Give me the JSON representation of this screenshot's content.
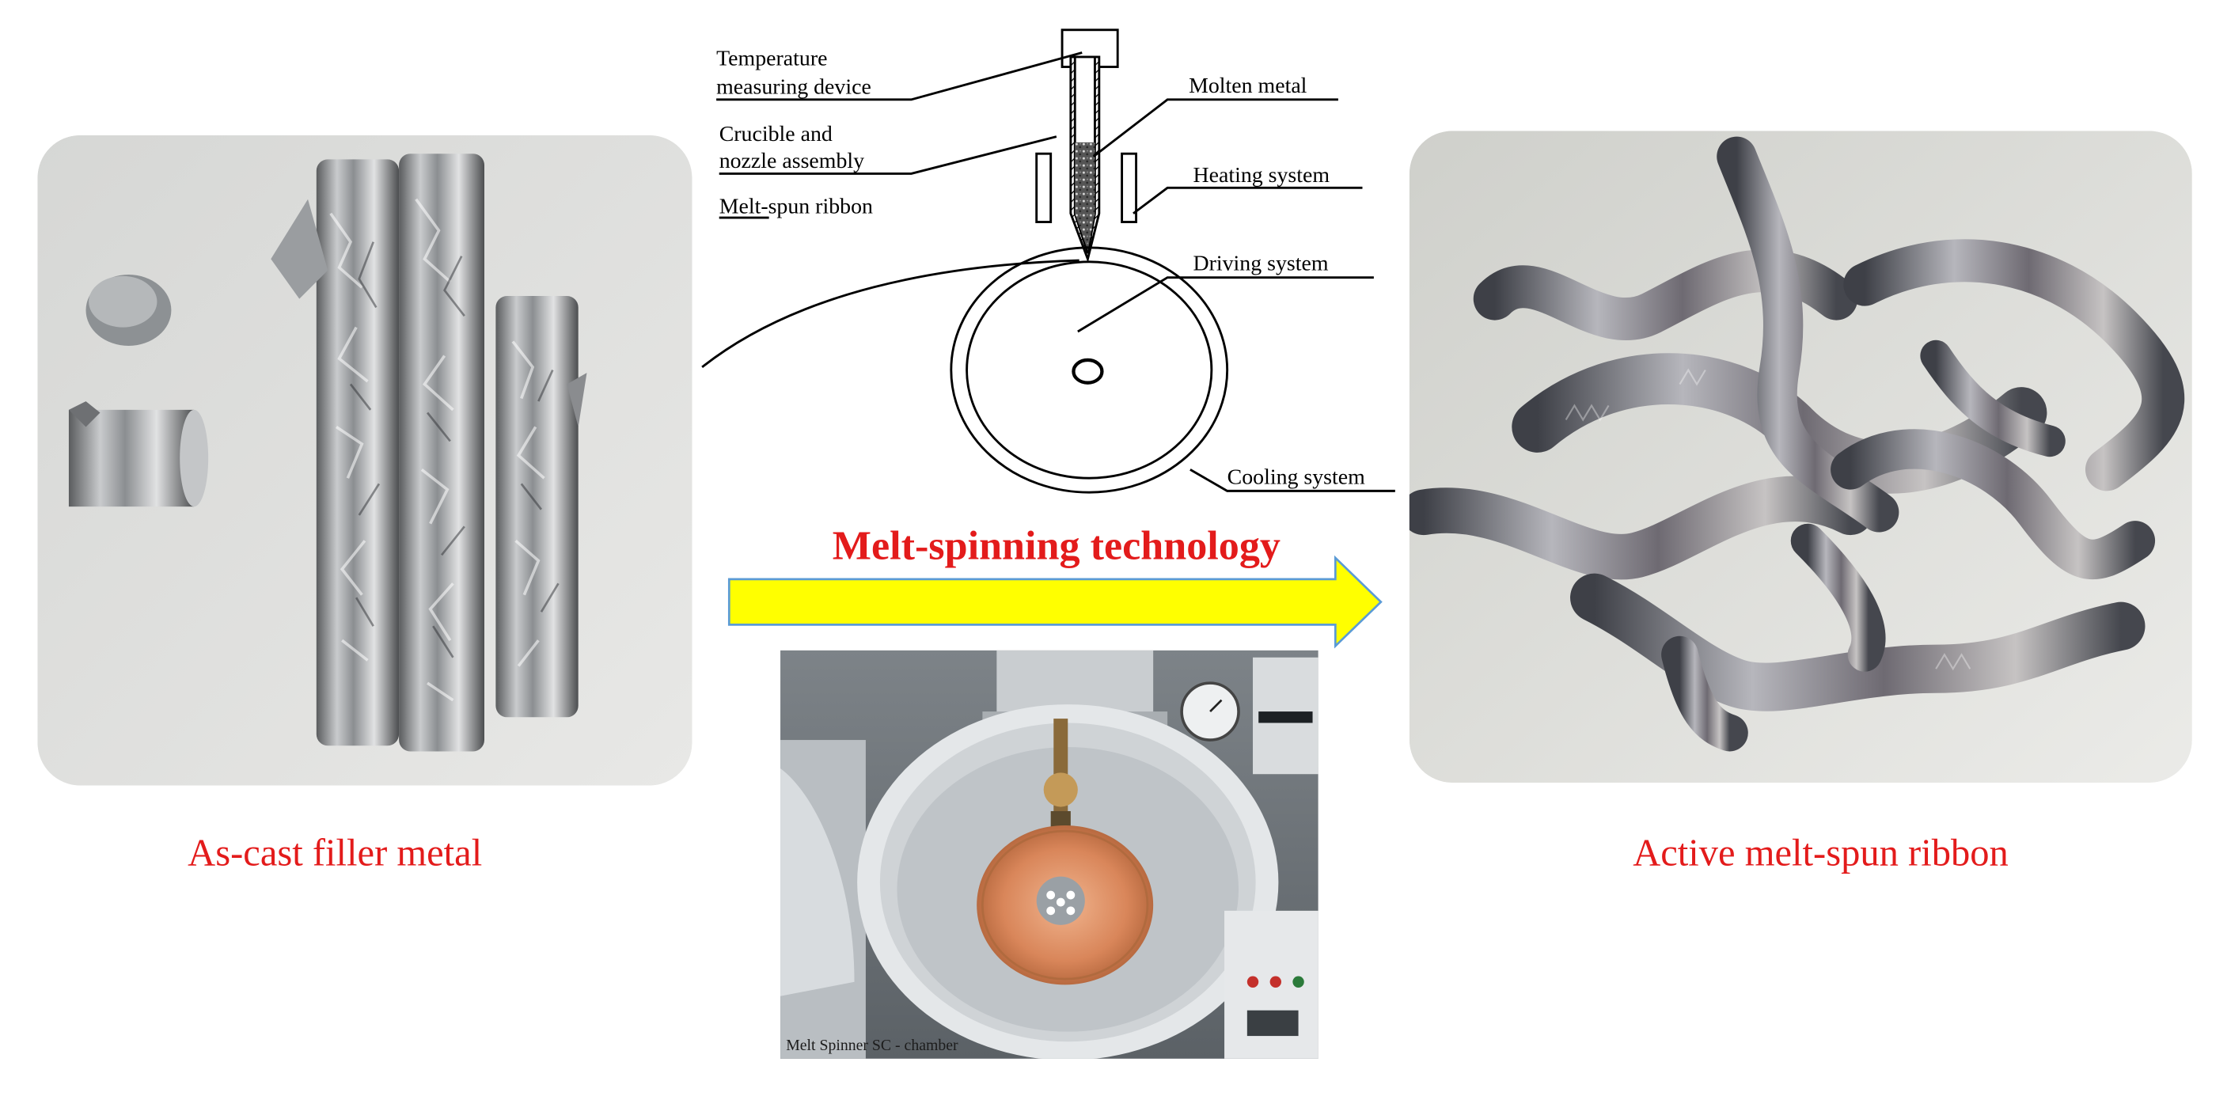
{
  "diagram": {
    "labels": {
      "temperature_device": [
        "Temperature",
        "measuring device"
      ],
      "crucible_nozzle": [
        "Crucible and",
        "nozzle assembly"
      ],
      "melt_spun_ribbon": "Melt-spun ribbon",
      "molten_metal": "Molten metal",
      "heating_system": "Heating system",
      "driving_system": "Driving system",
      "cooling_system": "Cooling system"
    }
  },
  "process_title": "Melt-spinning technology",
  "captions": {
    "left": "As-cast filler metal",
    "right": "Active melt-spun ribbon"
  },
  "equipment_photo": {
    "caption": "Melt Spinner SC - chamber"
  },
  "colors": {
    "caption_red": "#e31b1b",
    "arrow_fill": "#ffff00",
    "arrow_stroke": "#5b9bd5",
    "line_art": "#000000"
  }
}
